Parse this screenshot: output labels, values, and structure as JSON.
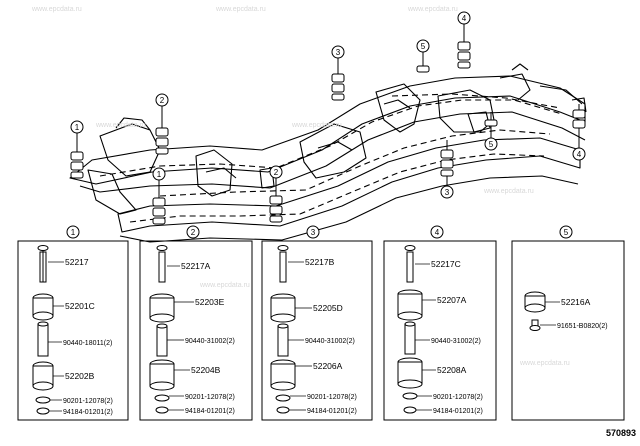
{
  "diagram_id": "570893",
  "watermark": "www.epcdata.ru",
  "callout_marks": [
    "1",
    "2",
    "3",
    "4",
    "5"
  ],
  "groups": [
    {
      "mark": "1",
      "parts": [
        "52217",
        "52201C",
        "90440-18011(2)",
        "52202B",
        "90201-12078(2)",
        "94184-01201(2)"
      ]
    },
    {
      "mark": "2",
      "parts": [
        "52217A",
        "52203E",
        "90440-31002(2)",
        "52204B",
        "90201-12078(2)",
        "94184-01201(2)"
      ]
    },
    {
      "mark": "3",
      "parts": [
        "52217B",
        "52205D",
        "90440-31002(2)",
        "52206A",
        "90201-12078(2)",
        "94184-01201(2)"
      ]
    },
    {
      "mark": "4",
      "parts": [
        "52217C",
        "52207A",
        "90440-31002(2)",
        "52208A",
        "90201-12078(2)",
        "94184-01201(2)"
      ]
    },
    {
      "mark": "5",
      "parts": [
        "52216A",
        "91651-B0820(2)"
      ]
    }
  ]
}
